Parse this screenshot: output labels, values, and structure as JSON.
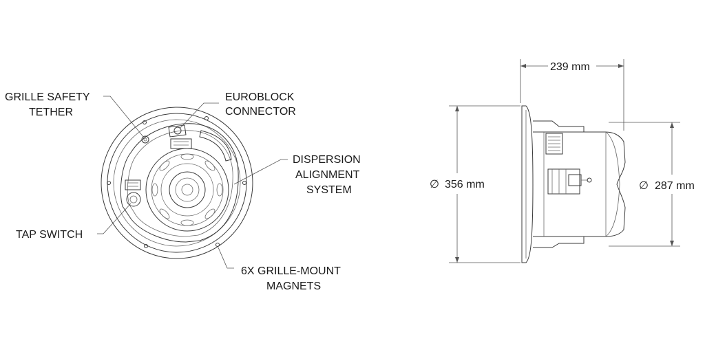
{
  "front_view": {
    "labels": {
      "grille_tether_line1": "GRILLE SAFETY",
      "grille_tether_line2": "TETHER",
      "euroblock_line1": "EUROBLOCK",
      "euroblock_line2": "CONNECTOR",
      "dispersion_line1": "DISPERSION",
      "dispersion_line2": "ALIGNMENT",
      "dispersion_line3": "SYSTEM",
      "tap_switch": "TAP SWITCH",
      "magnets_line1": "6X GRILLE-MOUNT",
      "magnets_line2": "MAGNETS"
    }
  },
  "side_view": {
    "depth": "239 mm",
    "outer_diameter": "356 mm",
    "cutout_diameter": "287 mm",
    "diameter_symbol": "∅"
  }
}
